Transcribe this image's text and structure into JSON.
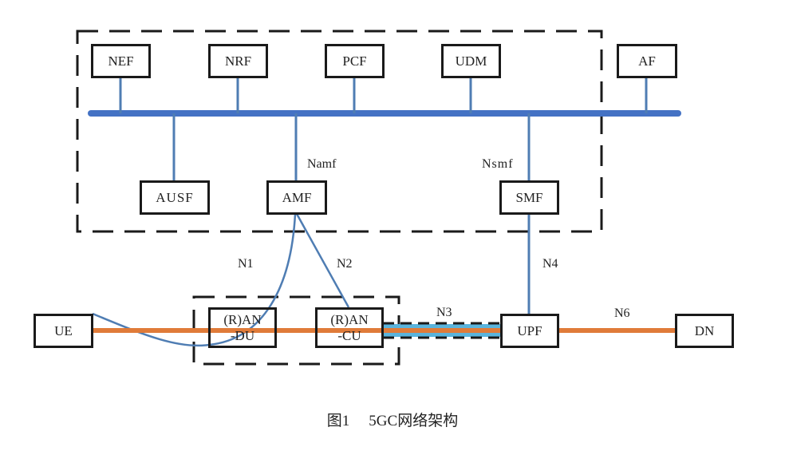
{
  "diagram": {
    "caption": {
      "figure_no": "图1",
      "title": "5GC网络架构"
    },
    "core_functions_top": [
      "NEF",
      "NRF",
      "PCF",
      "UDM"
    ],
    "external_function": "AF",
    "core_functions_bottom": [
      "AUSF",
      "AMF",
      "SMF"
    ],
    "access": {
      "ue": "UE",
      "ran_du": [
        "(R)AN",
        "-DU"
      ],
      "ran_cu": [
        "(R)AN",
        "-CU"
      ]
    },
    "user_plane": {
      "upf": "UPF",
      "dn": "DN"
    },
    "interfaces": {
      "namf": "Namf",
      "nsmf": "Nsmf",
      "n1": "N1",
      "n2": "N2",
      "n3": "N3",
      "n4": "N4",
      "n6": "N6"
    },
    "colors": {
      "service_bus": "#4472c4",
      "control_link": "#4f7db3",
      "user_plane": "#e07b39",
      "n3_tunnel": "#5ab4dc",
      "border": "#1a1a1a"
    }
  }
}
